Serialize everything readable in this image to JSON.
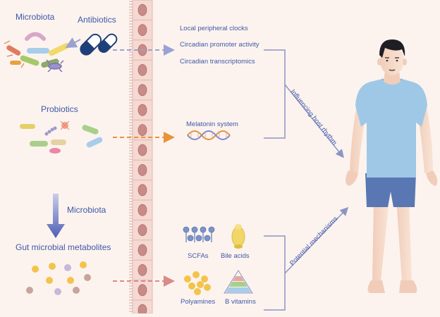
{
  "labels": {
    "microbiota_top": "Microbiota",
    "antibiotics": "Antibiotics",
    "probiotics": "Probiotics",
    "microbiota_arrow": "Microbiota",
    "gut_metabolites": "Gut microbial metabolites",
    "local_clocks": "Local peripheral clocks",
    "promoter_activity": "Circadian promoter activity",
    "transcriptomics": "Circadian transcriptomics",
    "melatonin": "Melatonin system",
    "scfas": "SCFAs",
    "bile_acids": "Bile acids",
    "polyamines": "Polyamines",
    "b_vitamins": "B vitamins",
    "influencing": "Influencing host rhythm",
    "mechanisms": "Potential mechanisms"
  },
  "colors": {
    "label": "#3f58a8",
    "arrow_blue": "#9aa2d2",
    "arrow_orange": "#e8943a",
    "arrow_pink": "#d98a8a",
    "bracket": "#8c95c4",
    "shirt": "#9fc8e6",
    "shorts": "#5877b3",
    "skin": "#f6dccb",
    "epithelium": "#f5d9d2",
    "nucleus": "#c98b88"
  }
}
